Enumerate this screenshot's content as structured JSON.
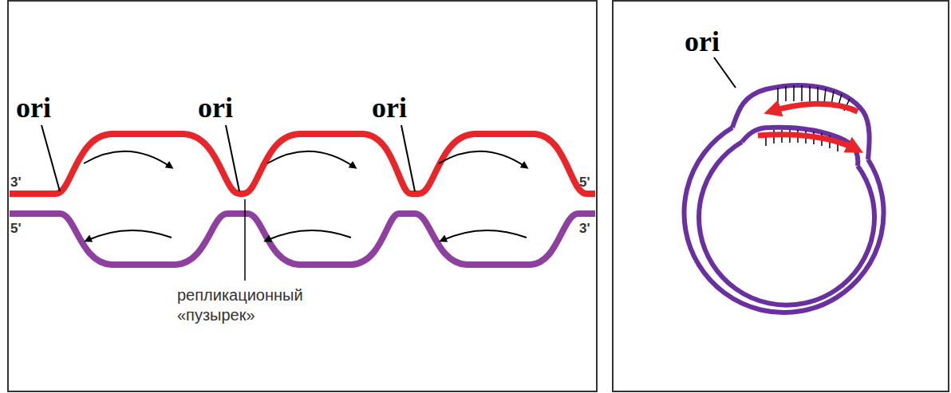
{
  "diagram": {
    "labels": [
      "ori",
      "ori",
      "ori",
      "3'",
      "5'",
      "5'",
      "3'",
      "репликационный «пузырек»",
      "ori"
    ]
  }
}
